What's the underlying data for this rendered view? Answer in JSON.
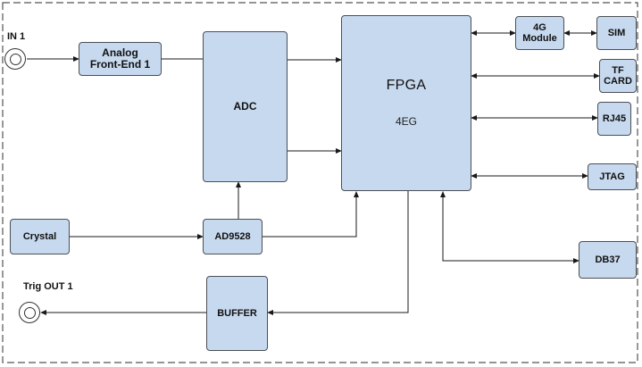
{
  "inputs": {
    "in1_label": "IN 1",
    "trig_out_label": "Trig OUT 1"
  },
  "blocks": {
    "afe": "Analog\nFront-End 1",
    "adc": "ADC",
    "fpga": "FPGA",
    "fpga_sub": "4EG",
    "crystal": "Crystal",
    "ad9528": "AD9528",
    "buffer": "BUFFER",
    "module_4g": "4G\nModule",
    "sim": "SIM",
    "tf_card": "TF\nCARD",
    "rj45": "RJ45",
    "jtag": "JTAG",
    "db37": "DB37"
  },
  "colors": {
    "block_fill": "#c7d9ef",
    "block_border": "#4b4f55",
    "wire": "#1a1a1a",
    "boundary_dash": "#555555"
  }
}
